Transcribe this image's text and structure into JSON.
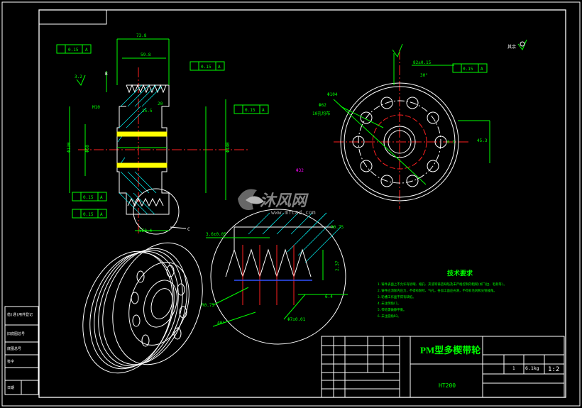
{
  "watermark": {
    "brand": "沐风网",
    "url": "www.mfcad.com"
  },
  "title_block": {
    "part_name": "PM型多楔带轮",
    "material": "HT200",
    "weight": "6.1kg",
    "scale": "1:2",
    "quantity": "1"
  },
  "left_strip": [
    "借(通)用件登记",
    "旧底图总号",
    "底图总号",
    "签字",
    "日期"
  ],
  "dims": {
    "d_73_8": "73.8",
    "d_59_8": "59.8",
    "d_20": "20",
    "d_130": "Φ130",
    "d_50": "Φ50",
    "d_140": "Φ140",
    "d_b": "B",
    "d_10": "M10",
    "d_15_5": "15.5",
    "d_3_2": "3.2",
    "d_5d4": "5Ε0.4",
    "letter_c": "C",
    "tol_a": "0.15",
    "tol_datum": "A",
    "d_6_3": "6.3",
    "d_82": "82±0.15",
    "d_30": "30°",
    "d_104": "Φ104",
    "d_62": "Φ62",
    "holes": "10孔均布",
    "d_45": "45.3",
    "d_32": "Φ32",
    "d_0_4": "3.6±0.05",
    "d_r075": "R0.75",
    "d_2_37": "2.37",
    "d_6_4": "6.4",
    "d_r02": "R0.75",
    "d_40": "40°",
    "d_67": "Φ7±0.01",
    "other": "其余"
  },
  "notes": {
    "heading": "技术要求",
    "lines": [
      "1.铸件表面上不允许有砂眼、缩孔、夹渣等铸造缺陷及未严格控制的粗糙(如飞边、毛刺等)。",
      "2.铸件应消除内应力，不得有裂纹、气孔，各加工面应光滑，不得有毛刺和尖锐棱角。",
      "3.轮槽工作面不得有缺陷。",
      "4.未注倒角C1。",
      "5.带轮需做静平衡。",
      "6.未注圆角R3。"
    ]
  },
  "colors": {
    "line": "#ffffff",
    "green": "#00ff00",
    "red": "#ff2020",
    "cyan": "#00e5e5",
    "yellow": "#ffff00",
    "blue": "#3050ff",
    "magenta": "#ff00ff"
  }
}
